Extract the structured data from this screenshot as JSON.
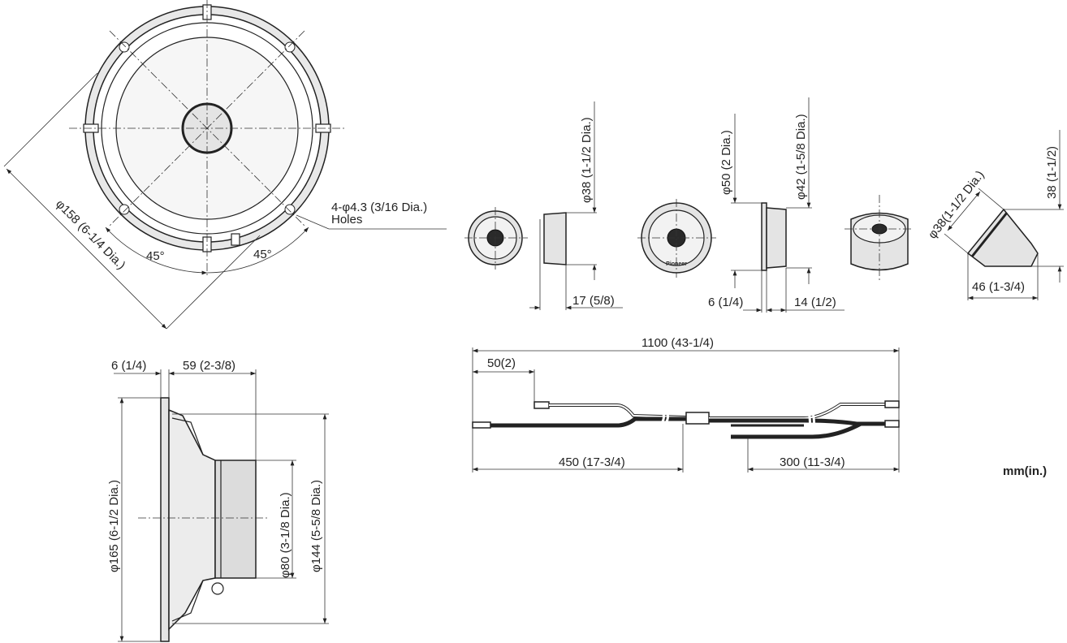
{
  "woofer_front": {
    "diameter_label": "φ158 (6-1/4 Dia.)",
    "angle_left": "45°",
    "angle_right": "45°",
    "holes_label_1": "4-φ4.3 (3/16 Dia.)",
    "holes_label_2": "Holes"
  },
  "woofer_side": {
    "flange_label": "6 (1/4)",
    "depth_label": "59 (2-3/8)",
    "outer_diameter_label": "φ165 (6-1/2 Dia.)",
    "magnet_diameter_label": "φ80 (3-1/8 Dia.)",
    "cutout_diameter_label": "φ144 (5-5/8 Dia.)"
  },
  "tweeter_surface": {
    "diameter_label": "φ38 (1-1/2 Dia.)",
    "depth_label": "17 (5/8)"
  },
  "tweeter_flush": {
    "outer_diameter_label": "φ50 (2 Dia.)",
    "inner_diameter_label": "φ42 (1-5/8 Dia.)",
    "flange_label": "6 (1/4)",
    "depth_label": "14 (1/2)",
    "logo": "Pioneer"
  },
  "tweeter_angled": {
    "diameter_label": "φ38(1-1/2 Dia.)",
    "height_label": "38 (1-1/2)",
    "width_label": "46 (1-3/4)"
  },
  "cable": {
    "total_label": "1100 (43-1/4)",
    "end_label": "50(2)",
    "left_label": "450 (17-3/4)",
    "right_label": "300 (11-3/4)"
  },
  "units_label": "mm(in.)"
}
